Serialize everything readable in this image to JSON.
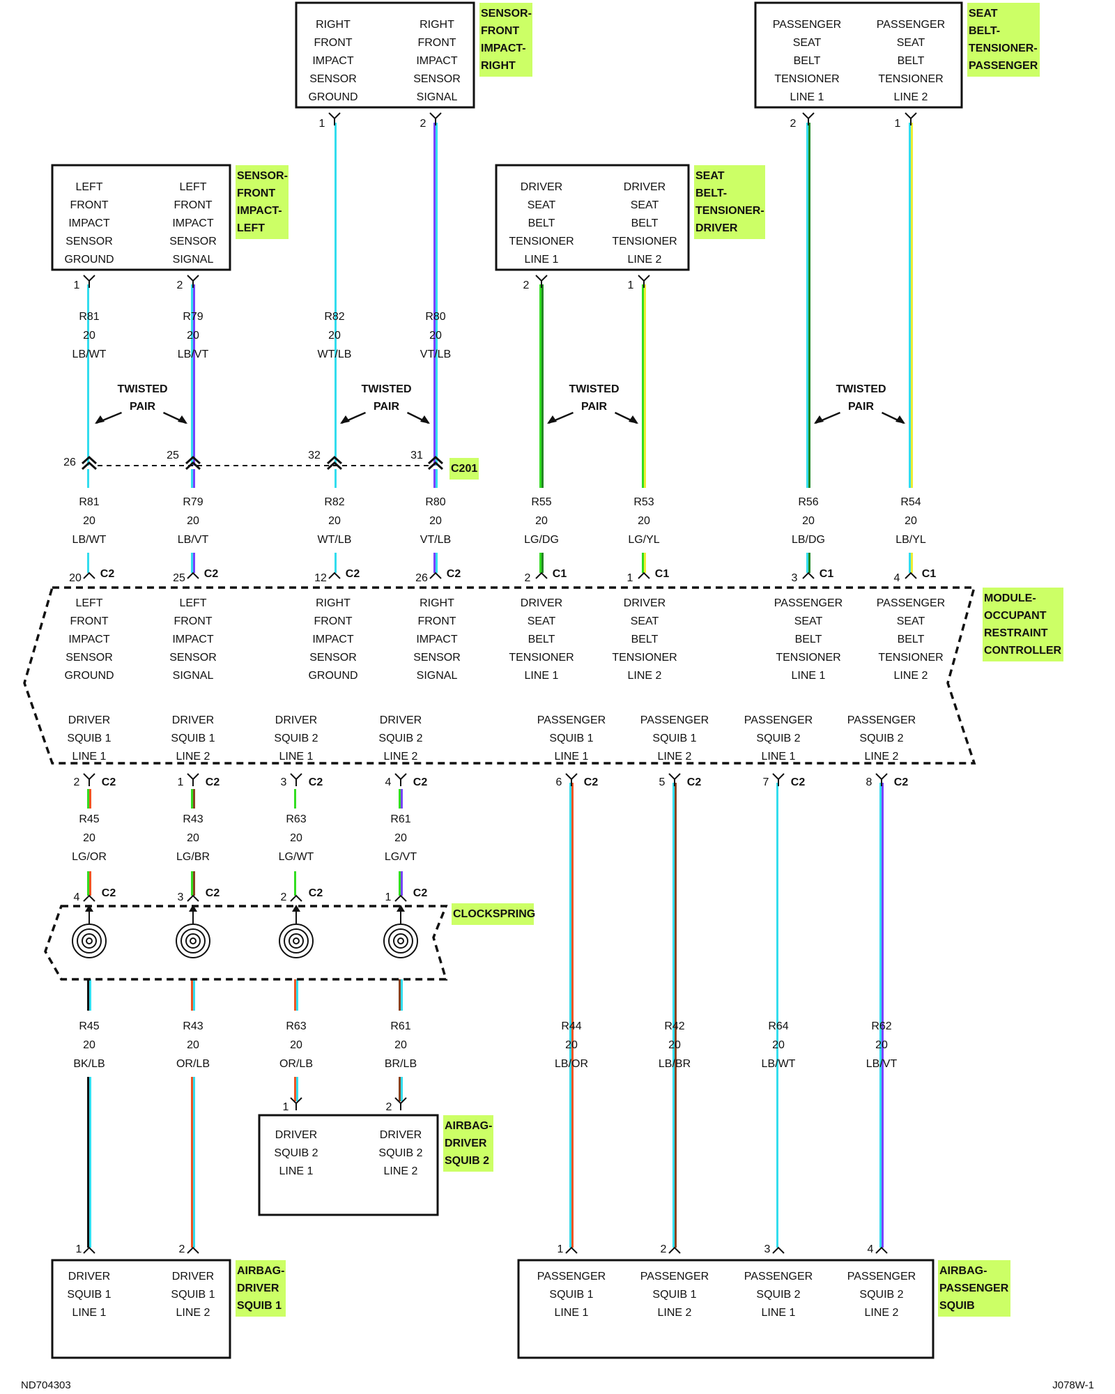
{
  "colors": {
    "highlight": "#ccff66",
    "LB": "#33ddee",
    "WT": "#ffffff",
    "VT": "#7744ff",
    "LG": "#33dd22",
    "DG": "#228822",
    "YL": "#eeee33",
    "OR": "#ee5522",
    "BR": "#884422",
    "BK": "#111111"
  },
  "labels": {
    "sensor_right": [
      "SENSOR-",
      "FRONT",
      "IMPACT-",
      "RIGHT"
    ],
    "belt_passenger": [
      "SEAT",
      "BELT-",
      "TENSIONER-",
      "PASSENGER"
    ],
    "sensor_left": [
      "SENSOR-",
      "FRONT",
      "IMPACT-",
      "LEFT"
    ],
    "belt_driver": [
      "SEAT",
      "BELT-",
      "TENSIONER-",
      "DRIVER"
    ],
    "module": [
      "MODULE-",
      "OCCUPANT",
      "RESTRAINT",
      "CONTROLLER"
    ],
    "clockspring": [
      "CLOCKSPRING"
    ],
    "airbag_d2": [
      "AIRBAG-",
      "DRIVER",
      "SQUIB 2"
    ],
    "airbag_d1": [
      "AIRBAG-",
      "DRIVER",
      "SQUIB 1"
    ],
    "airbag_p": [
      "AIRBAG-",
      "PASSENGER",
      "SQUIB"
    ],
    "c201": [
      "C201"
    ]
  },
  "boxes": {
    "sensor_right": [
      [
        "RIGHT",
        "FRONT",
        "IMPACT",
        "SENSOR",
        "GROUND"
      ],
      [
        "RIGHT",
        "FRONT",
        "IMPACT",
        "SENSOR",
        "SIGNAL"
      ]
    ],
    "belt_passenger": [
      [
        "PASSENGER",
        "SEAT",
        "BELT",
        "TENSIONER",
        "LINE 1"
      ],
      [
        "PASSENGER",
        "SEAT",
        "BELT",
        "TENSIONER",
        "LINE 2"
      ]
    ],
    "sensor_left": [
      [
        "LEFT",
        "FRONT",
        "IMPACT",
        "SENSOR",
        "GROUND"
      ],
      [
        "LEFT",
        "FRONT",
        "IMPACT",
        "SENSOR",
        "SIGNAL"
      ]
    ],
    "belt_driver": [
      [
        "DRIVER",
        "SEAT",
        "BELT",
        "TENSIONER",
        "LINE 1"
      ],
      [
        "DRIVER",
        "SEAT",
        "BELT",
        "TENSIONER",
        "LINE 2"
      ]
    ],
    "module_top": [
      [
        "LEFT",
        "FRONT",
        "IMPACT",
        "SENSOR",
        "GROUND"
      ],
      [
        "LEFT",
        "FRONT",
        "IMPACT",
        "SENSOR",
        "SIGNAL"
      ],
      [
        "RIGHT",
        "FRONT",
        "IMPACT",
        "SENSOR",
        "GROUND"
      ],
      [
        "RIGHT",
        "FRONT",
        "IMPACT",
        "SENSOR",
        "SIGNAL"
      ],
      [
        "DRIVER",
        "SEAT",
        "BELT",
        "TENSIONER",
        "LINE 1"
      ],
      [
        "DRIVER",
        "SEAT",
        "BELT",
        "TENSIONER",
        "LINE 2"
      ],
      [
        "PASSENGER",
        "SEAT",
        "BELT",
        "TENSIONER",
        "LINE 1"
      ],
      [
        "PASSENGER",
        "SEAT",
        "BELT",
        "TENSIONER",
        "LINE 2"
      ]
    ],
    "module_bottom": [
      [
        "DRIVER",
        "SQUIB 1",
        "LINE 1"
      ],
      [
        "DRIVER",
        "SQUIB 1",
        "LINE 2"
      ],
      [
        "DRIVER",
        "SQUIB 2",
        "LINE 1"
      ],
      [
        "DRIVER",
        "SQUIB 2",
        "LINE 2"
      ],
      [
        "PASSENGER",
        "SQUIB 1",
        "LINE 1"
      ],
      [
        "PASSENGER",
        "SQUIB 1",
        "LINE 2"
      ],
      [
        "PASSENGER",
        "SQUIB 2",
        "LINE 1"
      ],
      [
        "PASSENGER",
        "SQUIB 2",
        "LINE 2"
      ]
    ],
    "airbag_d2": [
      [
        "DRIVER",
        "SQUIB 2",
        "LINE 1"
      ],
      [
        "DRIVER",
        "SQUIB 2",
        "LINE 2"
      ]
    ],
    "airbag_d1": [
      [
        "DRIVER",
        "SQUIB 1",
        "LINE 1"
      ],
      [
        "DRIVER",
        "SQUIB 1",
        "LINE 2"
      ]
    ],
    "airbag_p": [
      [
        "PASSENGER",
        "SQUIB 1",
        "LINE 1"
      ],
      [
        "PASSENGER",
        "SQUIB 1",
        "LINE 2"
      ],
      [
        "PASSENGER",
        "SQUIB 2",
        "LINE 1"
      ],
      [
        "PASSENGER",
        "SQUIB 2",
        "LINE 2"
      ]
    ]
  },
  "twisted_pair": [
    "TWISTED",
    "PAIR"
  ],
  "pins": {
    "sr1": "1",
    "sr2": "2",
    "bp2": "2",
    "bp1": "1",
    "sl1": "1",
    "sl2": "2",
    "bd2": "2",
    "bd1": "1",
    "c201_26": "26",
    "c201_25": "25",
    "c201_32": "32",
    "c201_31": "31",
    "m1": "20",
    "m2": "25",
    "m3": "12",
    "m4": "26",
    "m5": "2",
    "m6": "1",
    "m7": "3",
    "m8": "4",
    "mb1": "2",
    "mb2": "1",
    "mb3": "3",
    "mb4": "4",
    "mb5": "6",
    "mb6": "5",
    "mb7": "7",
    "mb8": "8",
    "cs1": "4",
    "cs2": "3",
    "cs3": "2",
    "cs4": "1",
    "ad2_1": "1",
    "ad2_2": "2",
    "ad1_1": "1",
    "ad1_2": "2",
    "ap1": "1",
    "ap2": "2",
    "ap3": "3",
    "ap4": "4"
  },
  "connectors": {
    "c1": "C1",
    "c2": "C2"
  },
  "wires": {
    "top": [
      {
        "circuit": "R81",
        "gauge": "20",
        "color": "LB/WT"
      },
      {
        "circuit": "R79",
        "gauge": "20",
        "color": "LB/VT"
      },
      {
        "circuit": "R82",
        "gauge": "20",
        "color": "WT/LB"
      },
      {
        "circuit": "R80",
        "gauge": "20",
        "color": "VT/LB"
      }
    ],
    "mid": [
      {
        "circuit": "R81",
        "gauge": "20",
        "color": "LB/WT"
      },
      {
        "circuit": "R79",
        "gauge": "20",
        "color": "LB/VT"
      },
      {
        "circuit": "R82",
        "gauge": "20",
        "color": "WT/LB"
      },
      {
        "circuit": "R80",
        "gauge": "20",
        "color": "VT/LB"
      },
      {
        "circuit": "R55",
        "gauge": "20",
        "color": "LG/DG"
      },
      {
        "circuit": "R53",
        "gauge": "20",
        "color": "LG/YL"
      },
      {
        "circuit": "R56",
        "gauge": "20",
        "color": "LB/DG"
      },
      {
        "circuit": "R54",
        "gauge": "20",
        "color": "LB/YL"
      }
    ],
    "squib_upper": [
      {
        "circuit": "R45",
        "gauge": "20",
        "color": "LG/OR"
      },
      {
        "circuit": "R43",
        "gauge": "20",
        "color": "LG/BR"
      },
      {
        "circuit": "R63",
        "gauge": "20",
        "color": "LG/WT"
      },
      {
        "circuit": "R61",
        "gauge": "20",
        "color": "LG/VT"
      }
    ],
    "squib_lower": [
      {
        "circuit": "R45",
        "gauge": "20",
        "color": "BK/LB"
      },
      {
        "circuit": "R43",
        "gauge": "20",
        "color": "OR/LB"
      },
      {
        "circuit": "R63",
        "gauge": "20",
        "color": "OR/LB"
      },
      {
        "circuit": "R61",
        "gauge": "20",
        "color": "BR/LB"
      },
      {
        "circuit": "R44",
        "gauge": "20",
        "color": "LB/OR"
      },
      {
        "circuit": "R42",
        "gauge": "20",
        "color": "LB/BR"
      },
      {
        "circuit": "R64",
        "gauge": "20",
        "color": "LB/WT"
      },
      {
        "circuit": "R62",
        "gauge": "20",
        "color": "LB/VT"
      }
    ]
  },
  "footer": {
    "left": "ND704303",
    "right": "J078W-1"
  }
}
